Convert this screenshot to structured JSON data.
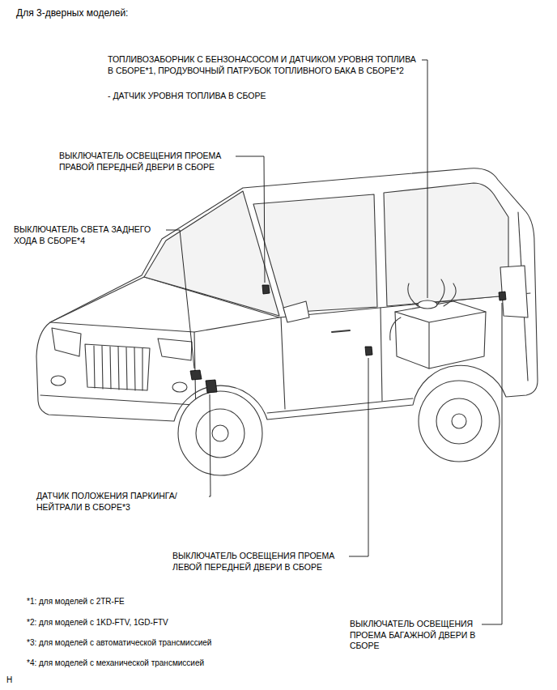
{
  "diagram": {
    "title": "Для 3-дверных моделей:",
    "labels": [
      "ТОПЛИВОЗАБОРНИК С БЕНЗОНАСОСОМ И ДАТЧИКОМ УРОВНЯ ТОПЛИВА В СБОРЕ*1, ПРОДУВОЧНЫЙ ПАТРУБОК ТОПЛИВНОГО БАКА В СБОРЕ*2",
      "- ДАТЧИК УРОВНЯ ТОПЛИВА В СБОРЕ",
      "ВЫКЛЮЧАТЕЛЬ ОСВЕЩЕНИЯ ПРОЕМА ПРАВОЙ ПЕРЕДНЕЙ ДВЕРИ В СБОРЕ",
      "ВЫКЛЮЧАТЕЛЬ СВЕТА ЗАДНЕГО ХОДА В СБОРЕ*4",
      "ДАТЧИК ПОЛОЖЕНИЯ ПАРКИНГА/ НЕЙТРАЛИ В СБОРЕ*3",
      "ВЫКЛЮЧАТЕЛЬ ОСВЕЩЕНИЯ ПРОЕМА ЛЕВОЙ ПЕРЕДНЕЙ ДВЕРИ В СБОРЕ",
      "ВЫКЛЮЧАТЕЛЬ ОСВЕЩЕНИЯ ПРОЕМА БАГАЖНОЙ ДВЕРИ В СБОРЕ",
      "*1: для моделей с 2TR-FE",
      "*2: для моделей с 1KD-FTV, 1GD-FTV",
      "*3: для моделей с автоматической трансмиссией",
      "*4: для моделей с механической трансмиссией",
      "H"
    ]
  }
}
